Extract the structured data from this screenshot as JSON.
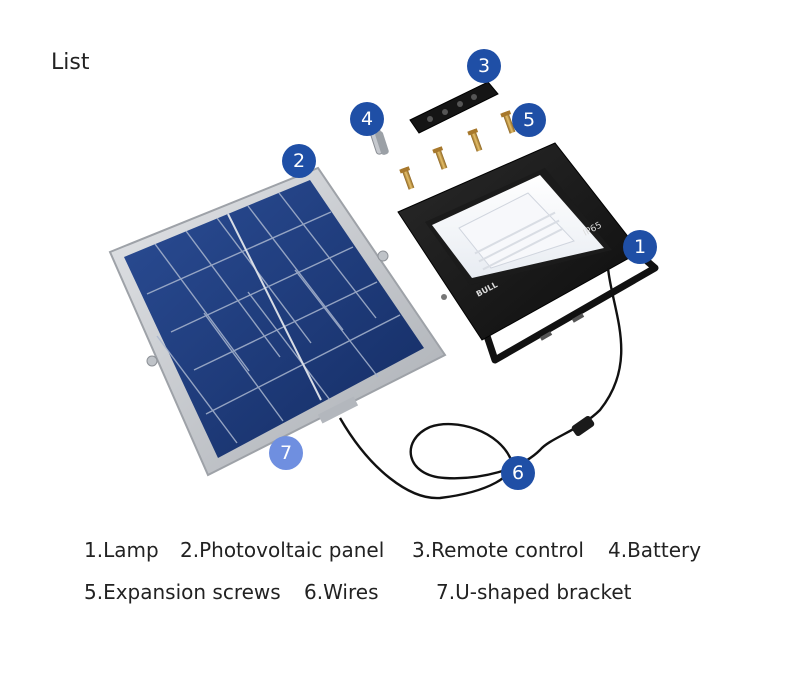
{
  "title": "List",
  "badges": {
    "b1": "1",
    "b2": "2",
    "b3": "3",
    "b4": "4",
    "b5": "5",
    "b6": "6",
    "b7": "7"
  },
  "lamp_marking": {
    "rating": "IP65",
    "brand": "BULL"
  },
  "legend": {
    "lamp": "1.Lamp",
    "panel": "2.Photovoltaic panel",
    "remote": "3.Remote control",
    "battery": "4.Battery",
    "screws": "5.Expansion screws",
    "wires": "6.Wires",
    "bracket": "7.U-shaped bracket"
  },
  "colors": {
    "badge": "#1f4fa6",
    "badge_light": "#6f8fe0",
    "panel_cell": "#1c3a7a",
    "frame": "#c9ccd1",
    "lamp_body": "#161616",
    "brass": "#c99a3a"
  }
}
